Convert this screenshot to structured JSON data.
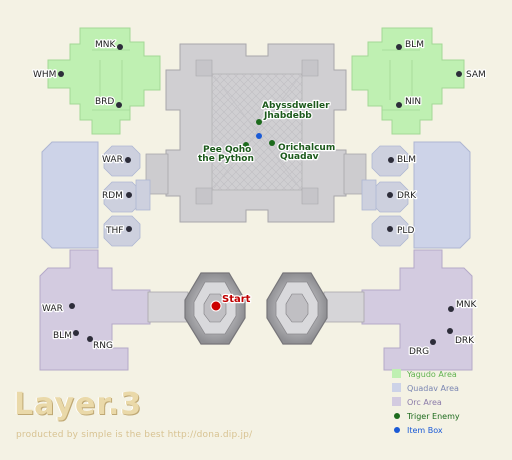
{
  "title": "Layer.3",
  "credit": "producted by simple is the best  http://dona.dip.jp/",
  "colors": {
    "background": "#f4f2e4",
    "yagudo": "#bff0b2",
    "quadav": "#cdd3e8",
    "orc": "#d3cbe0",
    "gray": "#d0cfd2",
    "trigger": "#1d6b1d",
    "item": "#1a5ad6",
    "start": "#cc0000"
  },
  "labels": {
    "yagudo_left": {
      "top": "MNK",
      "left": "WHM",
      "bottom": "BRD"
    },
    "yagudo_right": {
      "top": "BLM",
      "right": "SAM",
      "bottom": "NIN"
    },
    "quadav_left": {
      "a": "WAR",
      "b": "RDM",
      "c": "THF"
    },
    "quadav_right": {
      "a": "BLM",
      "b": "DRK",
      "c": "PLD"
    },
    "orc_left": {
      "a": "WAR",
      "b": "BLM",
      "c": "RNG"
    },
    "orc_right": {
      "a": "MNK",
      "b": "DRK",
      "c": "DRG"
    }
  },
  "enemies": {
    "e1_line1": "Abyssdweller",
    "e1_line2": "Jhabdebb",
    "e2_line1": "Pee Qoho",
    "e2_line2": "the Python",
    "e3_line1": "Orichalcum",
    "e3_line2": "Quadav"
  },
  "start_label": "Start",
  "legend": {
    "yagudo": "Yagudo Area",
    "quadav": "Quadav Area",
    "orc": "Orc Area",
    "trigger": "Triger Enemy",
    "item": "Item Box"
  }
}
